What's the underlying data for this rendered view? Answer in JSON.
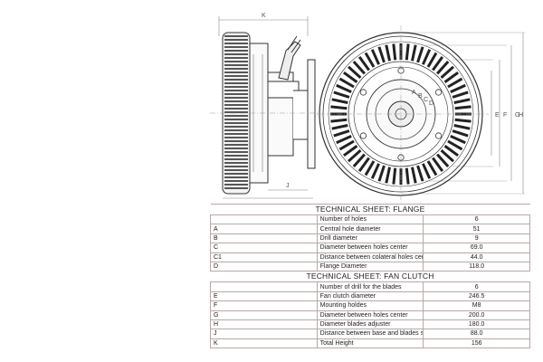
{
  "drawing": {
    "side_view_labels": {
      "k": "K",
      "j": "J"
    },
    "front_view_labels": {
      "a": "A",
      "b": "B",
      "c": "C",
      "d": "D",
      "e": "E",
      "f": "F",
      "g": "G",
      "h": "H"
    }
  },
  "sheet": {
    "flange_title": "TECHNICAL SHEET: FLANGE",
    "flange_rows": [
      {
        "code": "",
        "label": "Number of holes",
        "value": "6"
      },
      {
        "code": "A",
        "label": "Central hole diameter",
        "value": "51"
      },
      {
        "code": "B",
        "label": "Drill diameter",
        "value": "9"
      },
      {
        "code": "C",
        "label": "Diameter between holes center",
        "value": "69.0"
      },
      {
        "code": "C1",
        "label": "Distance between colateral holes center",
        "value": "44.0"
      },
      {
        "code": "D",
        "label": "Flange Diameter",
        "value": "118.0"
      }
    ],
    "clutch_title": "TECHNICAL SHEET: FAN CLUTCH",
    "clutch_rows": [
      {
        "code": "",
        "label": "Number of drill for the blades",
        "value": "6"
      },
      {
        "code": "E",
        "label": "Fan clutch diameter",
        "value": "246.5"
      },
      {
        "code": "F",
        "label": "Mounting holdes",
        "value": "M8"
      },
      {
        "code": "G",
        "label": "Diameter between holes center",
        "value": "200.0"
      },
      {
        "code": "H",
        "label": "Diameter blades adjuster",
        "value": "180.0"
      },
      {
        "code": "J",
        "label": "Distance between base and blades support",
        "value": "88.0"
      },
      {
        "code": "K",
        "label": "Total Height",
        "value": "156"
      }
    ]
  }
}
